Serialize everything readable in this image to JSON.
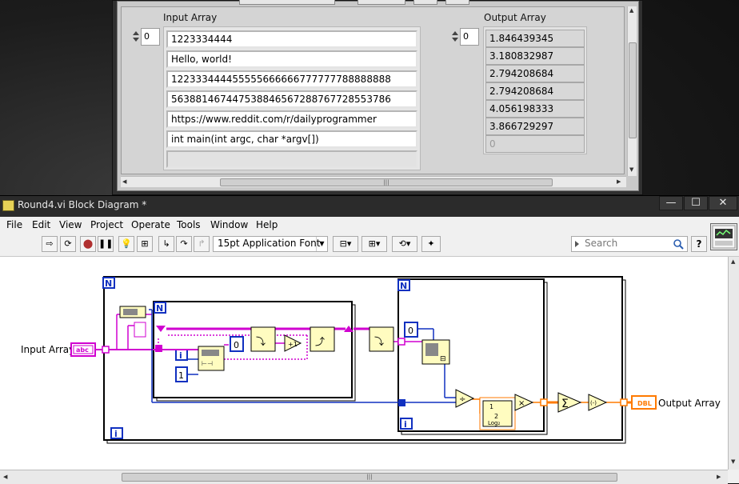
{
  "front_panel": {
    "input_array": {
      "label": "Input Array",
      "index": "0",
      "items": [
        "1223334444",
        "Hello, world!",
        "122333444455555666666777777788888888",
        "563881467447538846567288767728553786",
        "https://www.reddit.com/r/dailyprogrammer",
        "int main(int argc, char *argv[])",
        ""
      ]
    },
    "output_array": {
      "label": "Output Array",
      "index": "0",
      "items": [
        "1.846439345",
        "3.180832987",
        "2.794208684",
        "2.794208684",
        "4.056198333",
        "3.866729297",
        "0"
      ]
    }
  },
  "block_diagram": {
    "title": "Round4.vi Block Diagram *",
    "window_buttons": {
      "minimize": "—",
      "maximize": "☐",
      "close": "✕"
    },
    "menu": [
      "File",
      "Edit",
      "View",
      "Project",
      "Operate",
      "Tools",
      "Window",
      "Help"
    ],
    "font_select": "15pt Application Font",
    "search_placeholder": "Search",
    "help_label": "?",
    "diagram": {
      "input_label": "Input Array",
      "input_terminal": "abc",
      "output_label": "Output Array",
      "output_terminal": "DBL",
      "loop_count_label": "N",
      "loop_iteration_label": "i",
      "const_zero": "0",
      "const_one": "1",
      "sum_symbol": "Σ",
      "divide_symbol": "÷",
      "multiply_symbol": "×",
      "negate_symbol": "(-)",
      "log_label": "Log₂",
      "log_top": "1",
      "log_bottom": "2"
    }
  },
  "colors": {
    "string_wire": "#d000d0",
    "integer_wire": "#1030c0",
    "double_wire": "#ff7a00",
    "node_fill": "#fffcc0",
    "loop_border": "#000000"
  }
}
